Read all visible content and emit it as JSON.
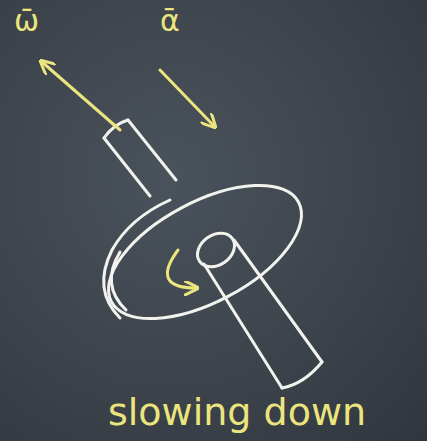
{
  "diagram": {
    "labels": [
      "ω̄",
      "ᾱ",
      "slowing down"
    ]
  }
}
